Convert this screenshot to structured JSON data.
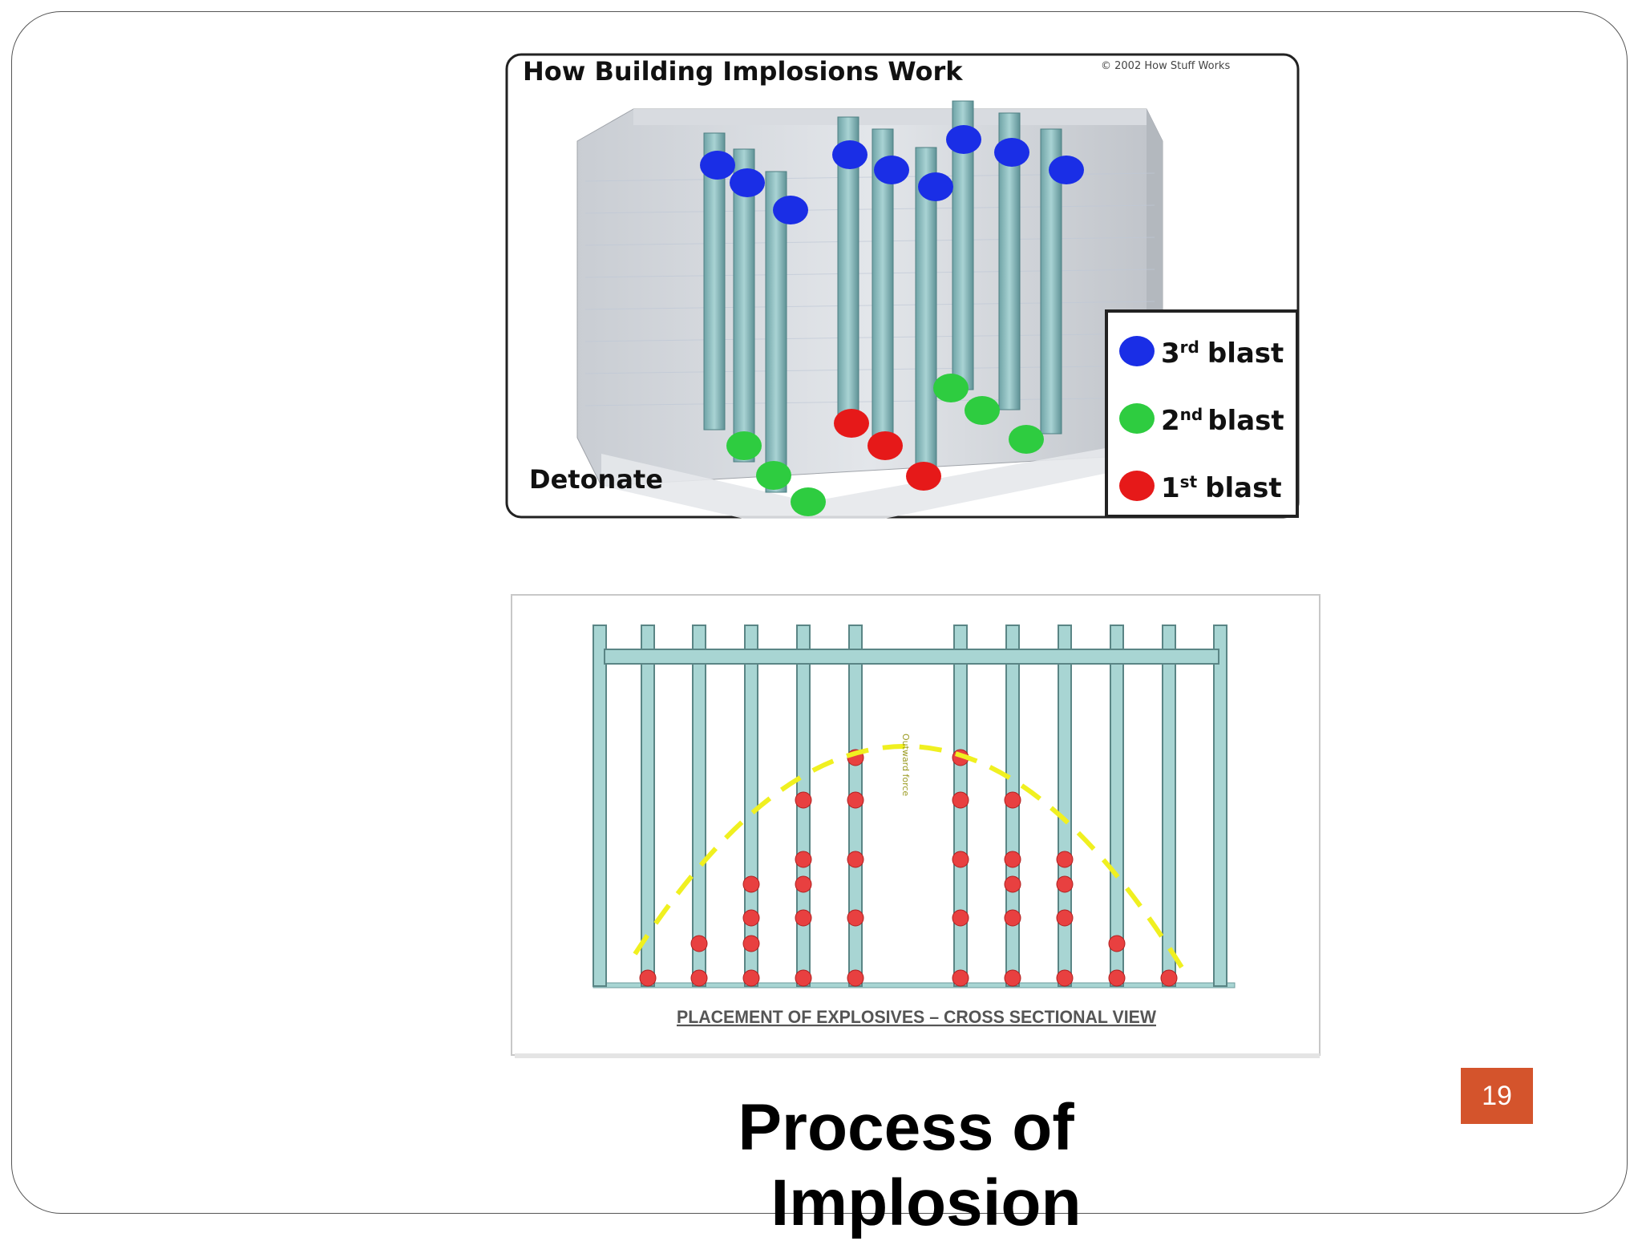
{
  "slide": {
    "title_line1": "Process of",
    "title_line2": "Implosion",
    "page_number": "19",
    "accent_color": "#d4542c"
  },
  "figure_top": {
    "heading": "How Building Implosions Work",
    "copyright": "© 2002 How Stuff Works",
    "caption": "Detonate",
    "legend": [
      {
        "label_num": "3",
        "label_sup": "rd",
        "label_text": "blast",
        "color": "#1a2ee6"
      },
      {
        "label_num": "2",
        "label_sup": "nd",
        "label_text": "blast",
        "color": "#2ecc40"
      },
      {
        "label_num": "1",
        "label_sup": "st",
        "label_text": "blast",
        "color": "#e61919"
      }
    ]
  },
  "figure_bottom": {
    "caption": "PLACEMENT OF EXPLOSIVES – CROSS SECTIONAL VIEW",
    "curve_label": "Outward force",
    "column_color": "#a8d5d3",
    "charge_color": "#e84040",
    "curve_color": "#f0f020"
  }
}
